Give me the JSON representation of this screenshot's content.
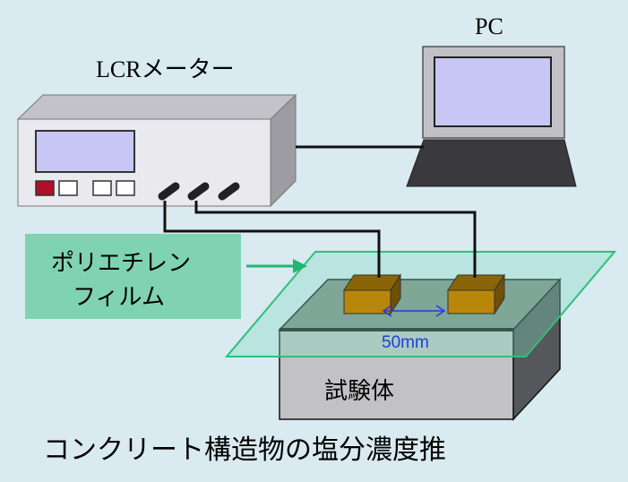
{
  "labels": {
    "lcr_meter": "LCRメーター",
    "pc": "PC",
    "polyethylene_film_line1": "ポリエチレン",
    "polyethylene_film_line2": "フィルム",
    "distance": "50mm",
    "specimen": "試験体",
    "caption": "コンクリート構造物の塩分濃度推"
  },
  "colors": {
    "background": "#d9eaf1",
    "film_label_box": "#7fd3b3",
    "film_outline": "#2fc07a",
    "arrow_green": "#22b573",
    "distance_arrow": "#1f3fd6",
    "meter_button_red": "#b0102a",
    "electrode": "#b8860b",
    "screen": "#c8c6f5"
  },
  "icons": {
    "lcr_meter": "lcr-meter-icon",
    "pc": "laptop-icon",
    "electrode": "electrode-icon",
    "specimen": "concrete-block-icon"
  }
}
